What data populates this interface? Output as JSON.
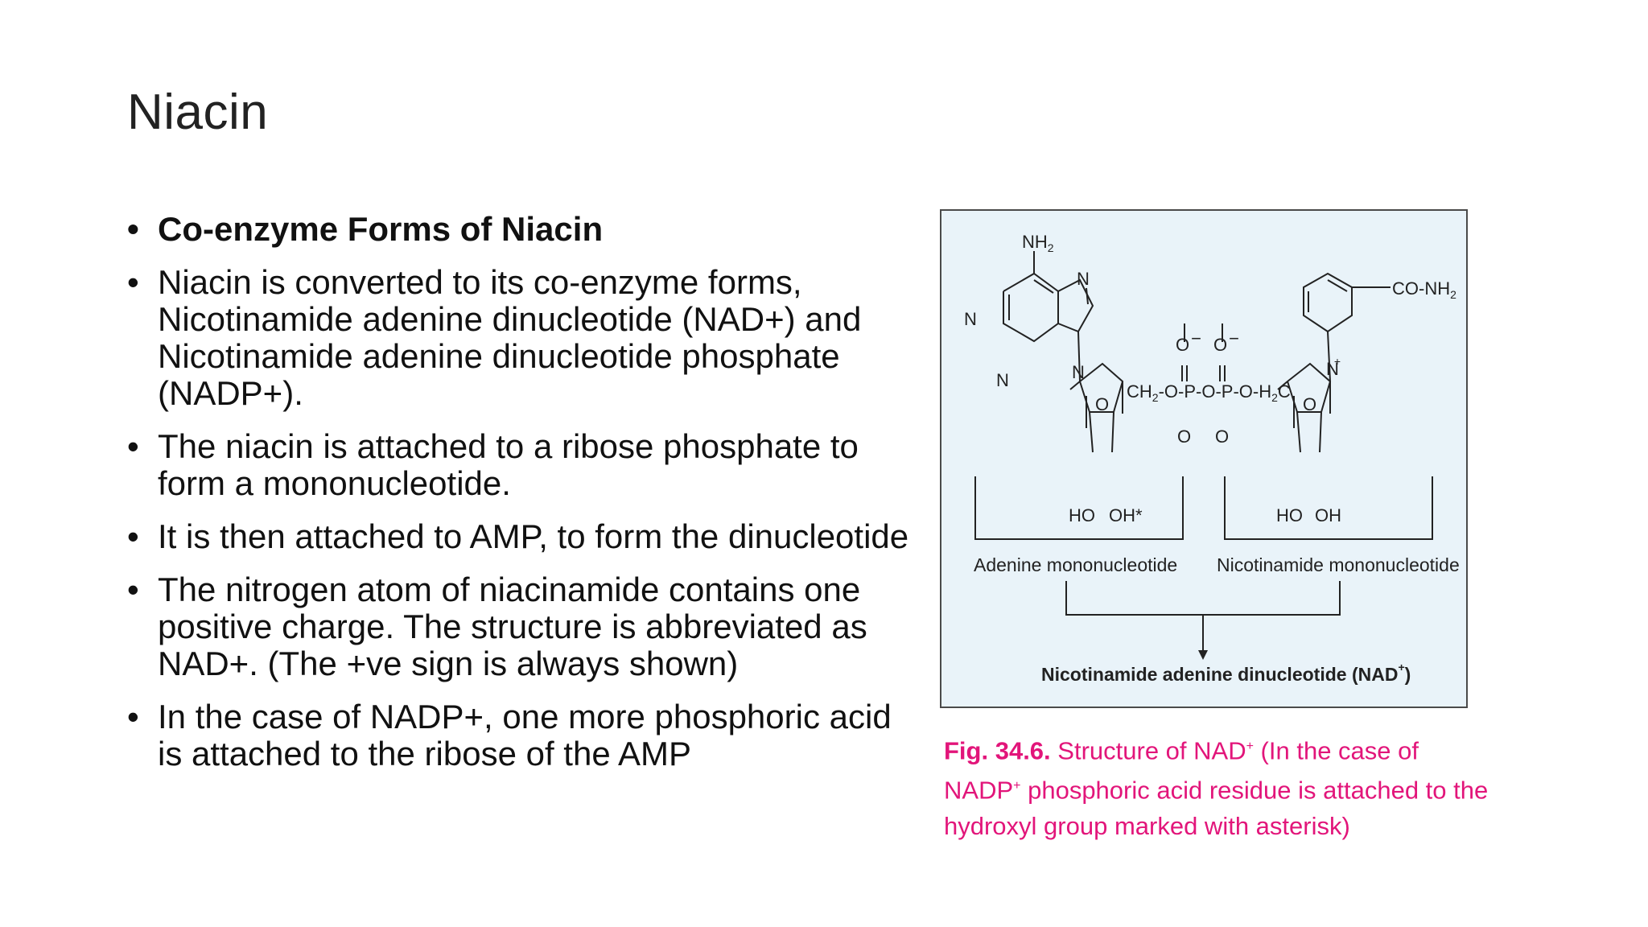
{
  "slide": {
    "title": "Niacin",
    "bullets": [
      "Co-enzyme Forms of Niacin",
      "Niacin is converted to its co-enzyme forms, Nicotinamide adenine dinucleotide (NAD+) and Nicotinamide adenine dinucleotide phosphate (NADP+).",
      "The niacin is attached to a ribose phosphate to form a mononucleotide.",
      "It is then attached to AMP, to form the dinucleotide",
      "The nitrogen atom of niacinamide contains one positive charge. The structure is abbreviated as NAD+. (The +ve sign is always shown)",
      "In the case of NADP+, one more phosphoric acid is attached to the ribose of the AMP"
    ],
    "bullet_glyph": "•"
  },
  "figure": {
    "nh2": "NH",
    "nh2_sub": "2",
    "n": "N",
    "n_plus": "N",
    "plus": "+",
    "o": "O",
    "o_minus": "O",
    "minus": "−",
    "co_nh2": "CO-NH",
    "sub2": "2",
    "bridge_left": "CH",
    "bridge_mid": "-O-P-O-P-O-H",
    "bridge_right": "C",
    "p_dbl_o": "O",
    "ho": "HO",
    "oh_star": "OH*",
    "oh": "OH",
    "label_adenine": "Adenine mononucleotide",
    "label_nicotinamide": "Nicotinamide mononucleotide",
    "label_nad": "Nicotinamide adenine dinucleotide (NAD",
    "label_nad_close": ")"
  },
  "caption": {
    "fig_no": "Fig. 34.6.",
    "text_1": " Structure of NAD",
    "sup_1": "+",
    "text_2": " (In the case of NADP",
    "sup_2": "+",
    "text_3": " phosphoric acid residue is attached to the hydroxyl group marked with asterisk)"
  }
}
